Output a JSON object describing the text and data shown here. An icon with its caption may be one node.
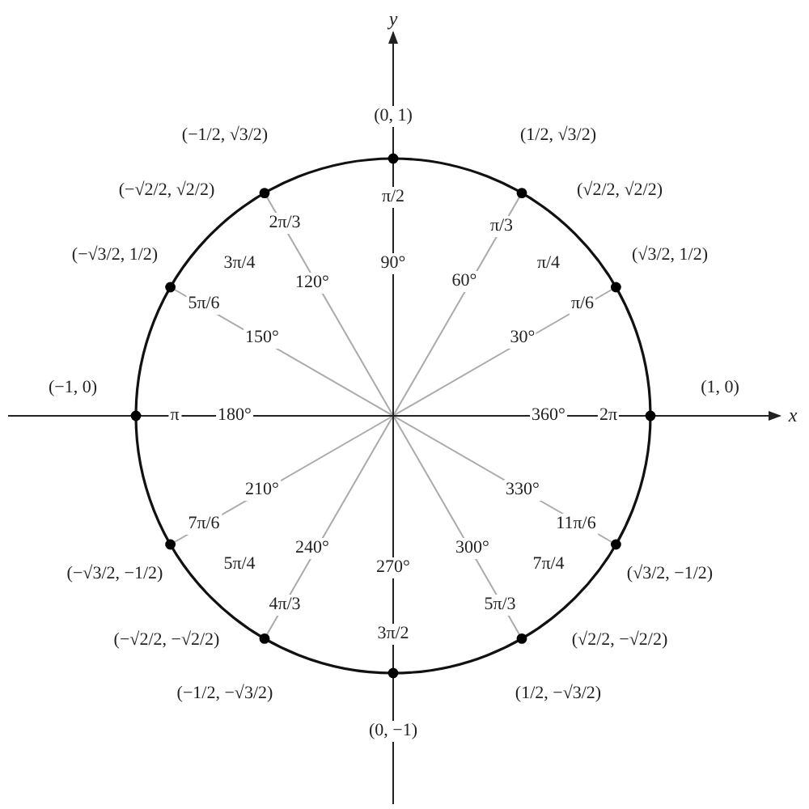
{
  "diagram": {
    "labels": [
      "y",
      "(0, 1)",
      "(−1/2, √3/2)",
      "(1/2, √3/2)",
      "(−√2/2, √2/2)",
      "(√2/2, √2/2)",
      "π/2",
      "2π/3",
      "π/3",
      "(−√3/2, 1/2)",
      "(√3/2, 1/2)",
      "3π/4",
      "90°",
      "π/4",
      "120°",
      "60°",
      "5π/6",
      "π/6",
      "150°",
      "30°",
      "(−1, 0)",
      "(1, 0)",
      "π",
      "180°",
      "360°",
      "2π",
      "x",
      "210°",
      "330°",
      "7π/6",
      "11π/6",
      "(−√3/2, −1/2)",
      "5π/4",
      "240°",
      "270°",
      "300°",
      "7π/4",
      "(√3/2, −1/2)",
      "4π/3",
      "5π/3",
      "3π/2",
      "(−√2/2, −√2/2)",
      "(√2/2, −√2/2)",
      "(−1/2, −√3/2)",
      "(1/2, −√3/2)",
      "(0, −1)"
    ]
  }
}
